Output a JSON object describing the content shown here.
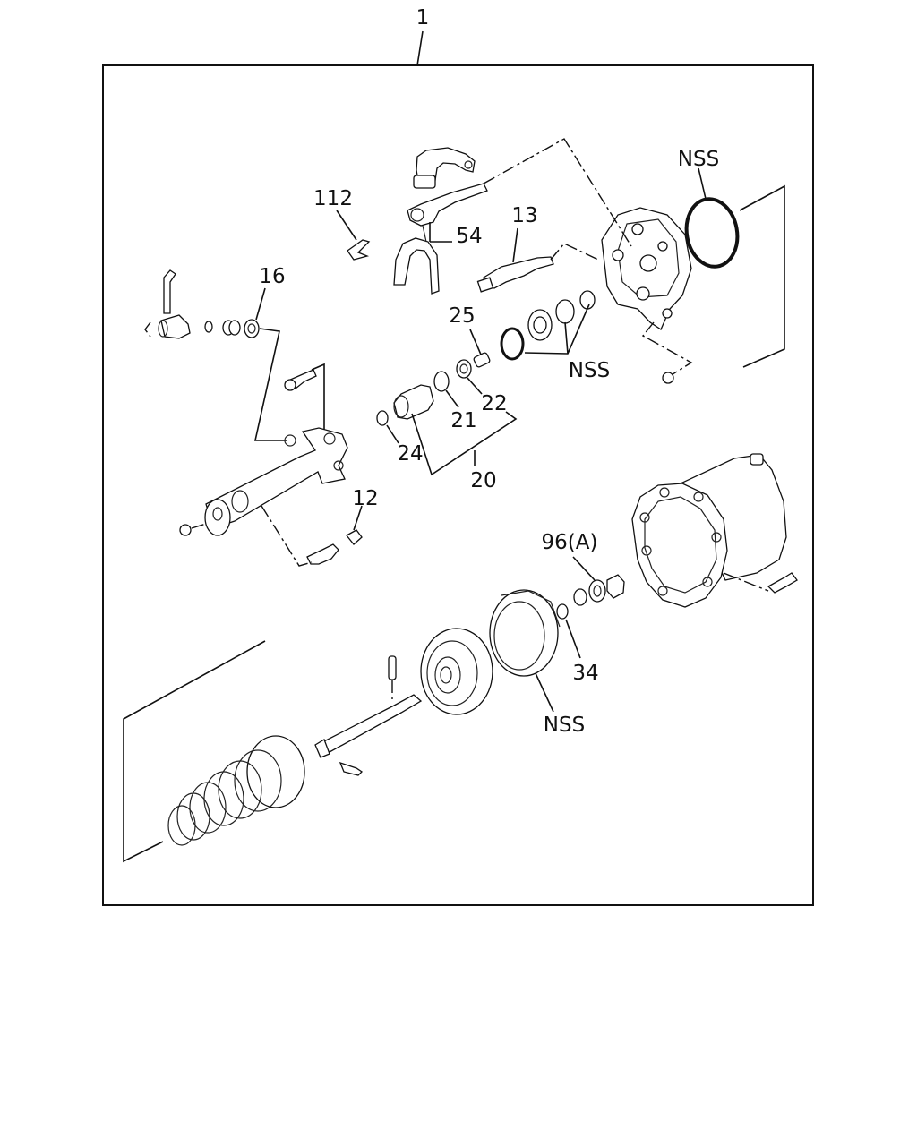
{
  "diagram": {
    "callouts": {
      "assembly": "1",
      "clip": "112",
      "fork": "54",
      "switch": "13",
      "oring_top": "NSS",
      "washer_left": "16",
      "pin": "25",
      "seal_kit_mid": "NSS",
      "ring_21": "21",
      "ring_22": "22",
      "spring_24": "24",
      "piston_kit": "20",
      "plug": "12",
      "washer_96": "96(A)",
      "snap_ring": "34",
      "diaphragm": "NSS"
    }
  }
}
